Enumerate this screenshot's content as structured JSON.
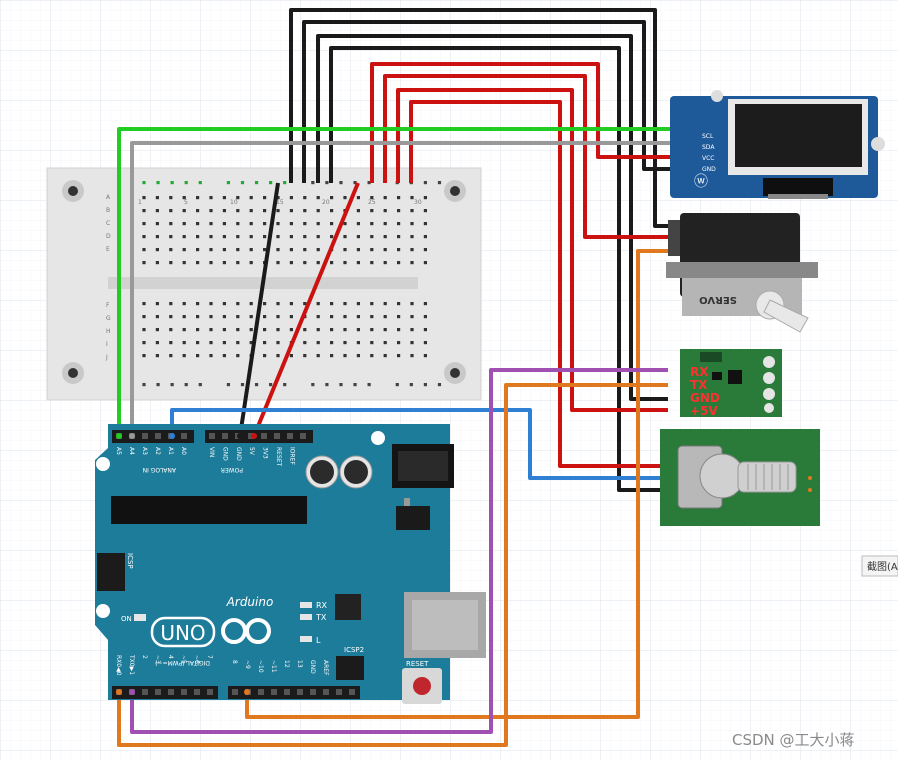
{
  "oled": {
    "pins": [
      "SCL",
      "SDA",
      "VCC",
      "GND"
    ]
  },
  "servo": {
    "label": "SERVO"
  },
  "bt": {
    "pins": [
      "RX",
      "TX",
      "GND",
      "+5V"
    ]
  },
  "arduino": {
    "brand": "Arduino",
    "model": "UNO",
    "on_label": "ON",
    "tx_label": "TX",
    "rx_label": "RX",
    "l_label": "L",
    "icsp": "ICSP",
    "icsp2": "ICSP2",
    "reset": "RESET",
    "analog_in": "ANALOG IN",
    "power": "POWER",
    "digital": "DIGITAL (PWM=~)",
    "analog_pins": [
      "A5",
      "A4",
      "A3",
      "A2",
      "A1",
      "A0"
    ],
    "power_pins": [
      "VIN",
      "GND",
      "GND",
      "5V",
      "3V3",
      "RESET",
      "IOREF"
    ],
    "digital_low": [
      "RX0◀0",
      "TX0▶1",
      "2",
      "~3",
      "4",
      "~5",
      "~6",
      "7"
    ],
    "digital_high": [
      "8",
      "~9",
      "~10",
      "~11",
      "12",
      "13",
      "GND",
      "AREF"
    ]
  },
  "breadboard": {
    "col_numbers": [
      "1",
      "5",
      "10",
      "15",
      "20",
      "25",
      "30"
    ],
    "row_letters_top": [
      "A",
      "B",
      "C",
      "D",
      "E"
    ],
    "row_letters_bottom": [
      "F",
      "G",
      "H",
      "I",
      "J"
    ]
  },
  "side_tab": "截图(A",
  "watermark": "CSDN @工大小蒋",
  "colors": {
    "board": "#1d7c9a",
    "wire_black": "#1a1a1a",
    "wire_red": "#cc1111",
    "wire_green": "#22cc22",
    "wire_gray": "#999999",
    "wire_blue": "#2f7fd4",
    "wire_orange": "#e07820",
    "wire_purple": "#a050b0",
    "module_green": "#2a7a3a",
    "oled_blue": "#1e5a9a"
  }
}
